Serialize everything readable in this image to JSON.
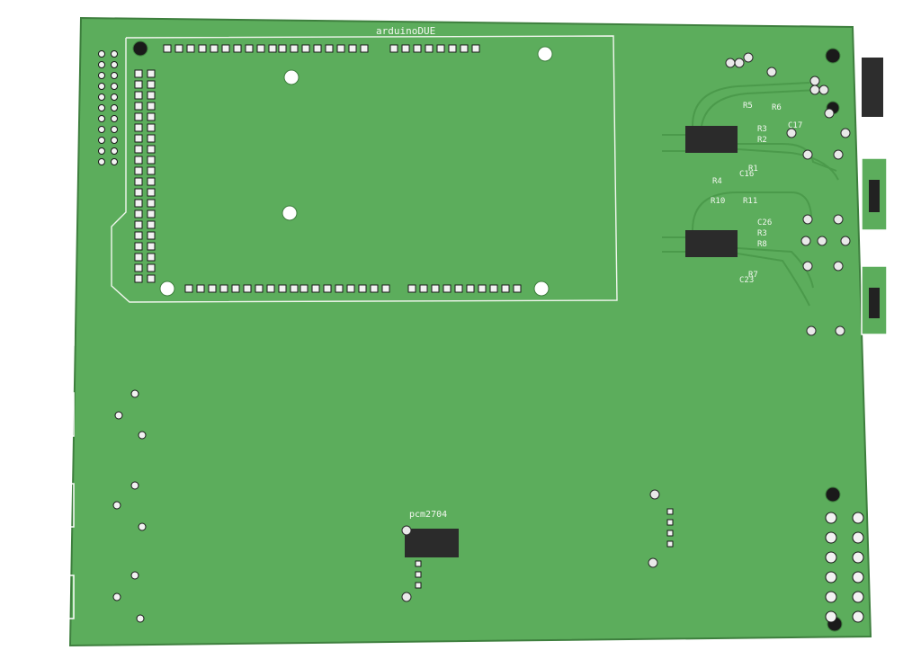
{
  "board": {
    "title": "arduinoDUE",
    "colors": {
      "substrate": "#5cad5c",
      "edge_dark": "#3e7f3e",
      "trace": "#4b9a4b",
      "copper_bright": "#66c466",
      "silkscreen": "#f2f7ef",
      "ic_body": "#2b2b2b",
      "pad": "#f2f2f2",
      "connector_frame": "#ffffff"
    },
    "designators": {
      "u_upper": "C16",
      "u_lower": "C23",
      "c17": "C17",
      "c26": "C26",
      "audio_ic": "pcm2704"
    },
    "resistors": [
      "R5",
      "R3",
      "R2",
      "R1",
      "R4",
      "R6",
      "R10",
      "R11",
      "R3",
      "R8",
      "R7"
    ]
  }
}
